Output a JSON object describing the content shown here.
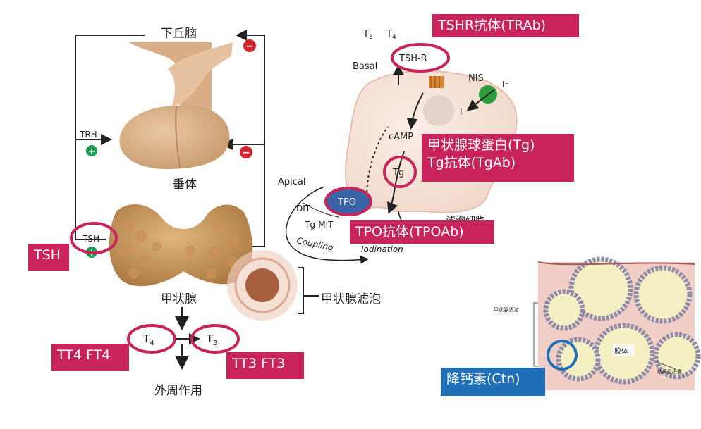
{
  "axis": {
    "hypothalamus": "下丘脑",
    "pituitary": "垂体",
    "thyroid": "甲状腺",
    "peripheral": "外周作用",
    "trh": "TRH",
    "tsh_circle": "TSH",
    "minus_sign": "−",
    "plus_sign": "+"
  },
  "conversion": {
    "t4": "T",
    "t4_sub": "4",
    "t3": "T",
    "t3_sub": "3"
  },
  "follicle_label": "甲状腺滤泡",
  "cell": {
    "t3": "T",
    "t3_sub": "3",
    "t4": "T",
    "t4_sub": "4",
    "basal": "Basal",
    "tsh_r": "TSH-R",
    "nis": "NIS",
    "iodide_1": "I⁻",
    "iodide_2": "I⁻",
    "camp": "cAMP",
    "tg": "Tg",
    "apical": "Apical",
    "tpo": "TPO",
    "dit": "DIT",
    "tg_mit": "Tg-MIT",
    "coupling": "Coupling",
    "iodination": "Iodination",
    "cell_name": "滤泡细胞"
  },
  "tags": {
    "tshr_ab": "TSHR抗体(TRAb)",
    "tg_line1": "甲状腺球蛋白(Tg)",
    "tg_line2": "Tg抗体(TgAb)",
    "tpo_ab": "TPO抗体(TPOAb)",
    "tsh": "TSH",
    "tt4": "TT4  FT4",
    "tt3": "TT3  FT3",
    "calcitonin": "降钙素(Ctn)"
  },
  "histology": {
    "follicle_label": "甲状腺滤泡",
    "colloid": "胶体",
    "connective": "结缔组织囊"
  },
  "colors": {
    "tag_red": "#c8235a",
    "tag_blue": "#1f6fb6",
    "circle_red": "#c8235a",
    "circle_blue": "#1f6fb6"
  }
}
